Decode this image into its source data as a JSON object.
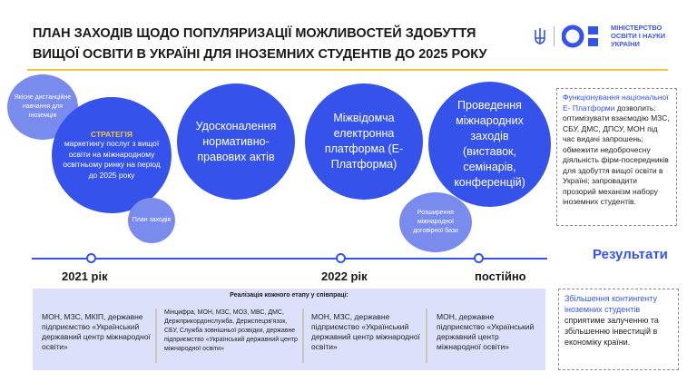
{
  "title": "ПЛАН ЗАХОДІВ ЩОДО ПОПУЛЯРИЗАЦІЇ МОЖЛИВОСТЕЙ ЗДОБУТТЯ ВИЩОЇ ОСВІТИ В УКРАЇНІ ДЛЯ ІНОЗЕМНИХ СТУДЕНТІВ ДО 2025 РОКУ",
  "logo": {
    "line1": "МІНІСТЕРСТВО",
    "line2": "ОСВІТИ І НАУКИ",
    "line3": "УКРАЇНИ"
  },
  "circles": {
    "distance": "Якісне дистанційне навчання для іноземців",
    "strategy_head": "СТРАТЕГІЯ",
    "strategy": "маркетингу послуг з вищої освіти на міжнародному освітньому ринку на період до 2025 року",
    "plan": "План заходів",
    "legal": "Удосконалення нормативно-правових актів",
    "platform": "Міжвідомча електронна платформа (Е-Платформа)",
    "events": "Проведення міжнародних заходів (виставок, семінарів, конференцій)",
    "treaty": "Розширення міжнародної договірної бази"
  },
  "timeline": [
    "2021 рік",
    "2022 рік",
    "постійно"
  ],
  "results_label": "Результати",
  "platform_box": {
    "head": "Функціонування національної Е- Платформи",
    "body": "дозволить: оптимізувати взаємодію МЗС, СБУ, ДМС, ДПСУ, МОН під час видачі запрошень; обмежити недоброчесну діяльність фірм-посередників для здобуття вищої освіти в Україні; запровадити прозорий механізм набору іноземних студентів."
  },
  "growth_box": {
    "head": "Збільшення контингенту іноземних студентів",
    "body": "сприятиме залученню та збільшенню інвестицій в економіку країни."
  },
  "cooperation": {
    "head": "Реалізація кожного етапу у співпраці:",
    "cols": [
      "МОН, МЗС, МКІП, державне підприємство «Український державний центр міжнародної освіти»",
      "Мінцифра, МОН, МЗС, МОЗ, МВС, ДМС, Держприкордонслужба, Держспецзв'язок, СБУ, Служба зовнішньої розвідки, державне підприємство «Український державний центр міжнародної освіти»",
      "МОН, МЗС, державне підприємство «Український державний центр міжнародної освіти»",
      "МОН, державне підприємство «Український державний центр міжнародної освіти»"
    ]
  }
}
